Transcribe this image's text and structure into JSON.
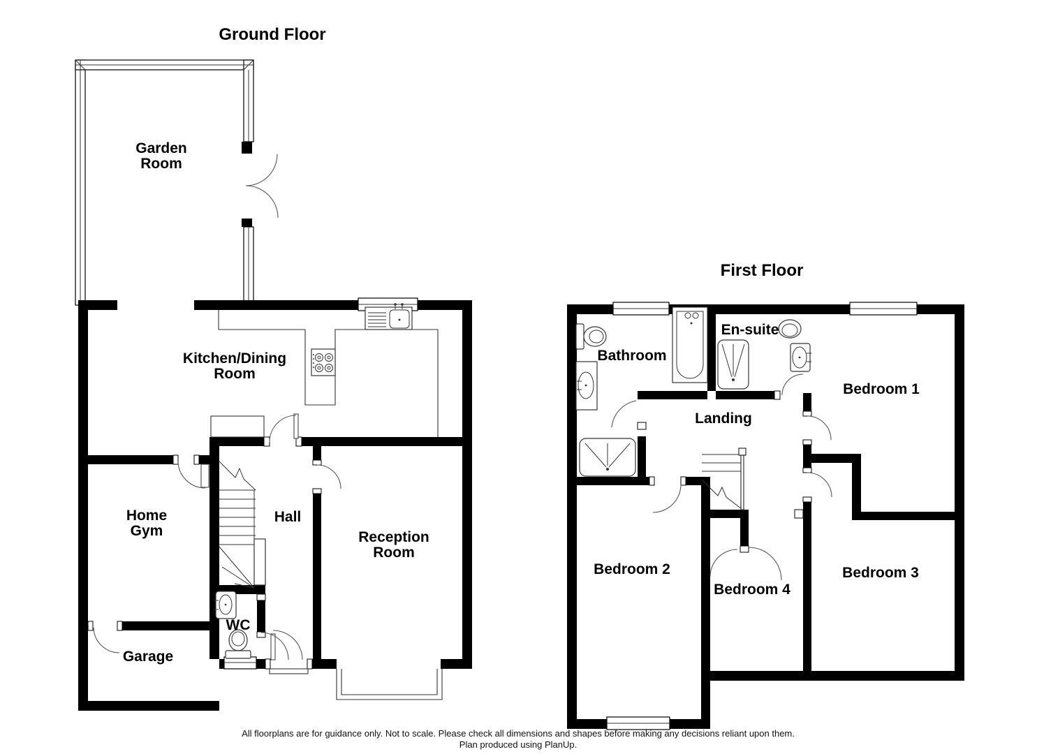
{
  "colors": {
    "wall": "#000000",
    "line": "#333333",
    "background": "#ffffff"
  },
  "ground_floor": {
    "title": "Ground Floor",
    "rooms": {
      "garden_room": {
        "line1": "Garden",
        "line2": "Room"
      },
      "kitchen_dining": {
        "line1": "Kitchen/Dining",
        "line2": "Room"
      },
      "home_gym": {
        "line1": "Home",
        "line2": "Gym"
      },
      "hall": {
        "label": "Hall"
      },
      "reception": {
        "line1": "Reception",
        "line2": "Room"
      },
      "wc": {
        "label": "WC"
      },
      "garage": {
        "label": "Garage"
      }
    },
    "fixtures": [
      "kitchen-sink",
      "hob",
      "kitchen-counter",
      "staircase",
      "basin",
      "toilet",
      "bay-window",
      "front-door",
      "windows",
      "french-doors"
    ]
  },
  "first_floor": {
    "title": "First Floor",
    "rooms": {
      "bathroom": {
        "label": "Bathroom"
      },
      "ensuite": {
        "label": "En-suite"
      },
      "bedroom1": {
        "label": "Bedroom 1"
      },
      "landing": {
        "label": "Landing"
      },
      "bedroom2": {
        "label": "Bedroom 2"
      },
      "bedroom4": {
        "label": "Bedroom 4"
      },
      "bedroom3": {
        "label": "Bedroom 3"
      }
    },
    "fixtures": [
      "toilet",
      "bath",
      "basin",
      "shower",
      "airing-cupboard",
      "staircase",
      "windows"
    ]
  },
  "footer": {
    "line1": "All floorplans are for guidance only. Not to scale. Please check all dimensions and shapes before making any decisions reliant upon them.",
    "line2": "Plan produced using PlanUp."
  }
}
